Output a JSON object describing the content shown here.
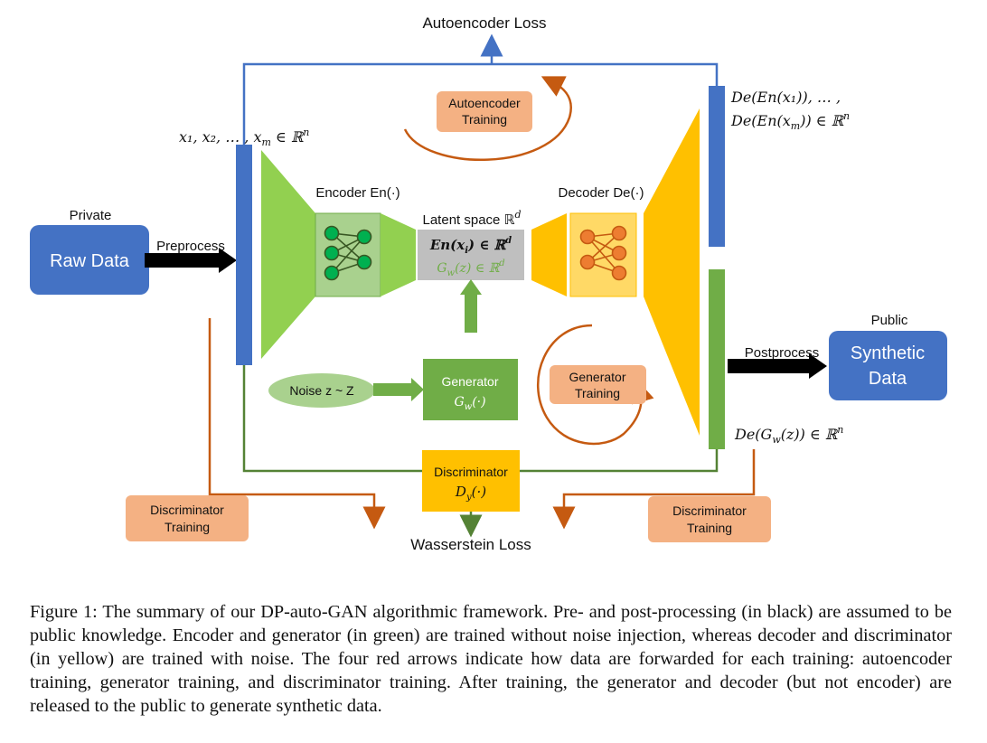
{
  "labels": {
    "autoencoder_loss": "Autoencoder Loss",
    "wasserstein_loss": "Wasserstein Loss",
    "private": "Private",
    "raw_data": "Raw Data",
    "preprocess": "Preprocess",
    "public": "Public",
    "synthetic_data_line1": "Synthetic",
    "synthetic_data_line2": "Data",
    "postprocess": "Postprocess",
    "encoder": "Encoder En(·)",
    "decoder": "Decoder De(·)",
    "latent_space": "Latent space ℝ",
    "latent_space_sup": "d",
    "latent_en": "En(x",
    "latent_en_sub": "i",
    "latent_en_tail": ") ∈ ℝ",
    "latent_en_sup": "d",
    "latent_gw": "G",
    "latent_gw_sub": "w",
    "latent_gw_tail": "(z) ∈ ℝ",
    "latent_gw_sup": "d",
    "inputs": "x₁, x₂, … , x",
    "inputs_sub": "m",
    "inputs_tail": " ∈ ℝ",
    "inputs_sup": "n",
    "decoded_line1": "De(En(x₁)), … ,",
    "decoded_line2": "De(En(x",
    "decoded_line2_sub": "m",
    "decoded_line2_tail": ")) ∈ ℝ",
    "decoded_line2_sup": "n",
    "generated": "De(G",
    "generated_sub": "w",
    "generated_tail": "(z)) ∈ ℝ",
    "generated_sup": "n",
    "noise": "Noise z ~ Z",
    "generator_line1": "Generator",
    "generator_line2": "G",
    "generator_line2_sub": "w",
    "generator_line2_tail": "(·)",
    "discriminator_line1": "Discriminator",
    "discriminator_line2": "D",
    "discriminator_line2_sub": "y",
    "discriminator_line2_tail": "(·)",
    "autoencoder_training_line1": "Autoencoder",
    "autoencoder_training_line2": "Training",
    "generator_training_line1": "Generator",
    "generator_training_line2": "Training",
    "discriminator_training_left_line1": "Discriminator",
    "discriminator_training_left_line2": "Training",
    "discriminator_training_right_line1": "Discriminator",
    "discriminator_training_right_line2": "Training"
  },
  "caption": "Figure 1: The summary of our DP-auto-GAN algorithmic framework. Pre- and post-processing (in black) are assumed to be public knowledge. Encoder and generator (in green) are trained without noise injection, whereas decoder and discriminator (in yellow) are trained with noise. The four red arrows indicate how data are forwarded for each training: autoencoder training, generator training, and discriminator training. After training, the generator and decoder (but not encoder) are released to the public to generate synthetic data.",
  "colors": {
    "blue": "#4472c4",
    "green": "#70ad47",
    "light_green": "#92d050",
    "yellow": "#ffc000",
    "salmon": "#f4b183",
    "red_arrow": "#c55a11",
    "gray": "#bfbfbf"
  }
}
